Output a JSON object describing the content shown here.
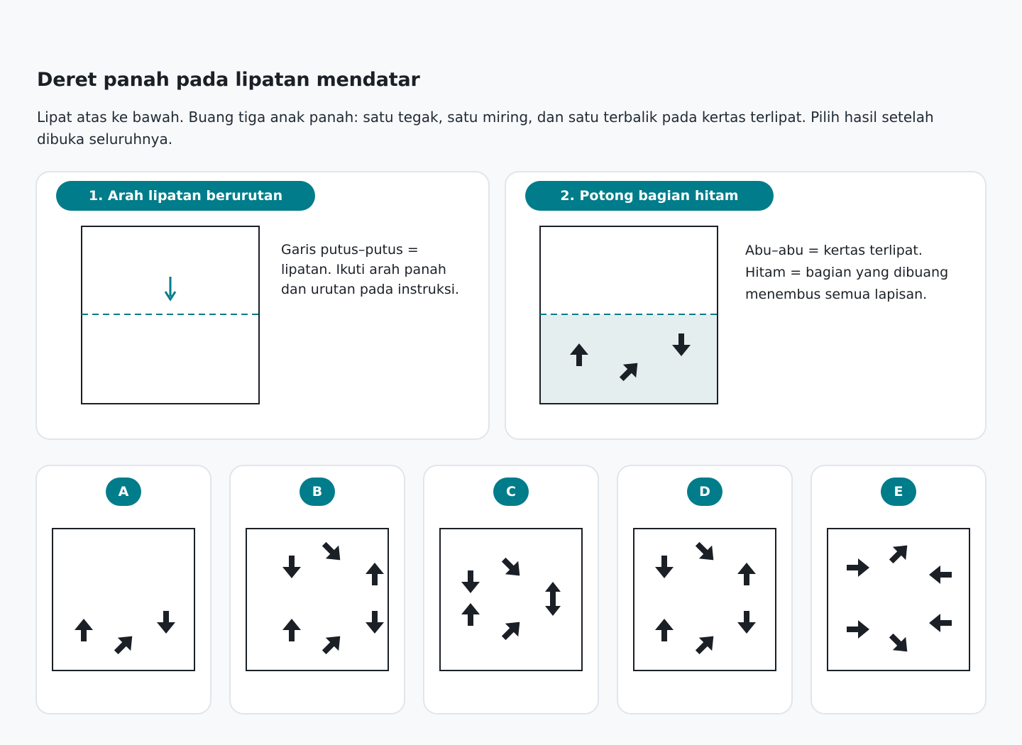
{
  "title": "Deret panah pada lipatan mendatar",
  "instruction": "Lipat atas ke bawah. Buang tiga anak panah: satu tegak, satu miring, dan satu terbalik pada kertas terlipat. Pilih hasil setelah dibuka seluruhnya.",
  "step1": {
    "label": "1. Arah lipatan berurutan",
    "note": "Garis putus–putus = lipatan. Ikuti arah panah dan urutan pada instruksi."
  },
  "step2": {
    "label": "2. Potong bagian hitam",
    "note": "Abu–abu = kertas terlipat. Hitam = bagian yang dibuang menembus semua lapisan."
  },
  "colors": {
    "accent": "#007c8a",
    "folded_paper": "#e5eeef",
    "ink": "#1b2027",
    "card_border": "#e1e6ea"
  },
  "options": [
    {
      "letter": "A",
      "arrows": [
        {
          "dir": "up"
        },
        {
          "dir": "up-right"
        },
        {
          "dir": "down"
        }
      ]
    },
    {
      "letter": "B",
      "arrows": [
        {
          "dir": "down"
        },
        {
          "dir": "down-right"
        },
        {
          "dir": "up"
        },
        {
          "dir": "up"
        },
        {
          "dir": "up-right"
        },
        {
          "dir": "down"
        }
      ]
    },
    {
      "letter": "C",
      "arrows": [
        {
          "dir": "down"
        },
        {
          "dir": "down-right"
        },
        {
          "dir": "up-down"
        },
        {
          "dir": "up"
        },
        {
          "dir": "up-right"
        }
      ]
    },
    {
      "letter": "D",
      "arrows": [
        {
          "dir": "down"
        },
        {
          "dir": "down-right"
        },
        {
          "dir": "up"
        },
        {
          "dir": "up"
        },
        {
          "dir": "up-right"
        },
        {
          "dir": "down"
        }
      ]
    },
    {
      "letter": "E",
      "arrows": [
        {
          "dir": "right"
        },
        {
          "dir": "up-right"
        },
        {
          "dir": "left"
        },
        {
          "dir": "right"
        },
        {
          "dir": "down-right"
        },
        {
          "dir": "left"
        }
      ]
    }
  ]
}
